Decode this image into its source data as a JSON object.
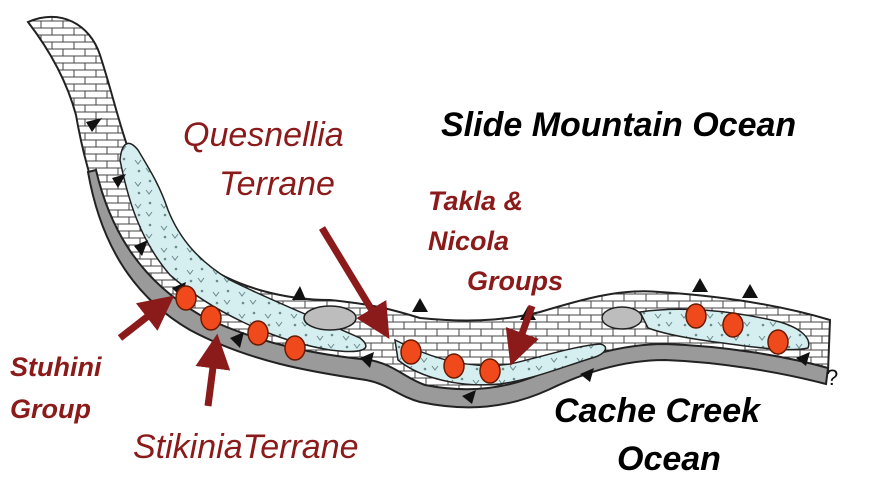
{
  "labels": {
    "quesnellia_line1": "Quesnellia",
    "quesnellia_line2": "Terrane",
    "slide_mountain": "Slide Mountain Ocean",
    "takla_line1": "Takla &",
    "takla_line2": "Nicola",
    "takla_line3": "Groups",
    "stuhini_line1": "Stuhini",
    "stuhini_line2": "Group",
    "stikinia": "StikiniaTerrane",
    "cache_line1": "Cache Creek",
    "cache_line2": "Ocean",
    "question_mark": "?"
  },
  "colors": {
    "label_red": "#8b1a1a",
    "arrow_red": "#8b1a1a",
    "volcanic_fill": "#d5eef0",
    "dot_fill": "#f04a1c",
    "crust_band": "#9a9a9a",
    "outline": "#222222"
  },
  "icons": {
    "dot": "volcanic-center-dot",
    "arrow": "pointer-arrow"
  }
}
